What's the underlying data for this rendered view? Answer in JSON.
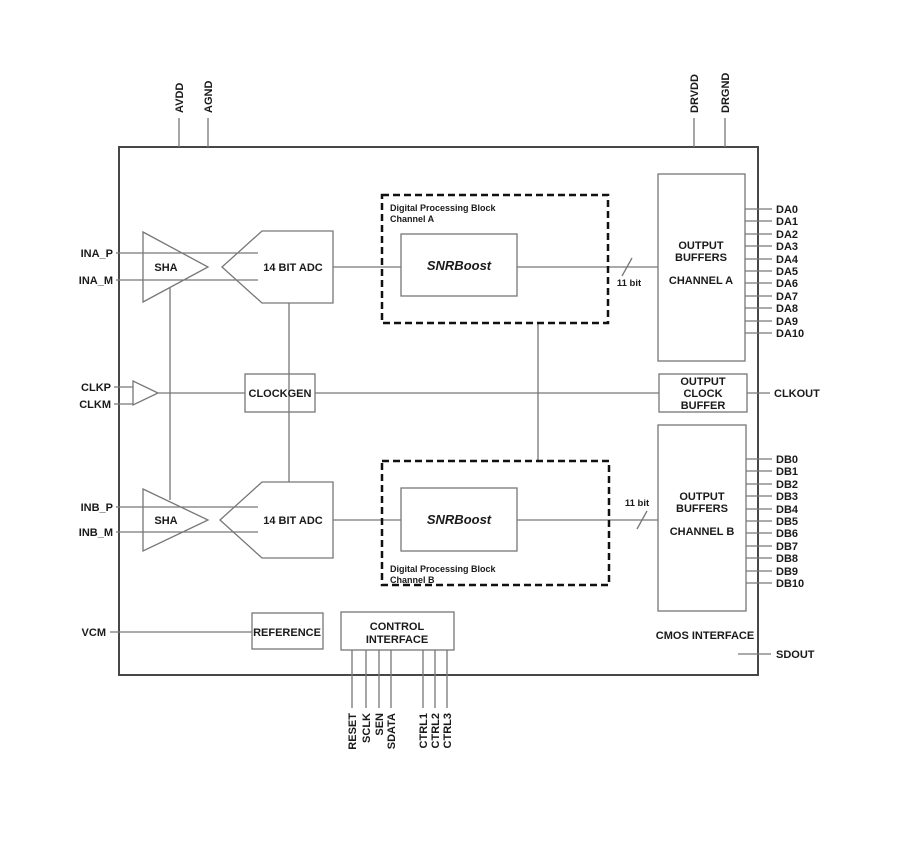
{
  "pins": {
    "top": [
      "AVDD",
      "AGND",
      "DRVDD",
      "DRGND"
    ],
    "left": [
      "INA_P",
      "INA_M",
      "CLKP",
      "CLKM",
      "INB_P",
      "INB_M",
      "VCM"
    ],
    "channel_a_outputs": [
      "DA0",
      "DA1",
      "DA2",
      "DA3",
      "DA4",
      "DA5",
      "DA6",
      "DA7",
      "DA8",
      "DA9",
      "DA10"
    ],
    "channel_b_outputs": [
      "DB0",
      "DB1",
      "DB2",
      "DB3",
      "DB4",
      "DB5",
      "DB6",
      "DB7",
      "DB8",
      "DB9",
      "DB10"
    ],
    "clkout": "CLKOUT",
    "sdout": "SDOUT",
    "bottom": [
      "RESET",
      "SCLK",
      "SEN",
      "SDATA",
      "CTRL1",
      "CTRL2",
      "CTRL3"
    ]
  },
  "blocks": {
    "sha": "SHA",
    "adc": "14 BIT ADC",
    "clockgen": "CLOCKGEN",
    "snrboost": "SNRBoost",
    "dsp_a": {
      "line1": "Digital Processing Block",
      "line2": "Channel A"
    },
    "dsp_b": {
      "line1": "Digital Processing Block",
      "line2": "Channel B"
    },
    "output_buffers_a": {
      "line1": "OUTPUT",
      "line2": "BUFFERS",
      "line3": "CHANNEL A"
    },
    "output_clock_buffer": {
      "line1": "OUTPUT",
      "line2": "CLOCK",
      "line3": "BUFFER"
    },
    "output_buffers_b": {
      "line1": "OUTPUT",
      "line2": "BUFFERS",
      "line3": "CHANNEL B"
    },
    "reference": "REFERENCE",
    "control_interface": {
      "line1": "CONTROL",
      "line2": "INTERFACE"
    },
    "cmos_interface": "CMOS INTERFACE"
  },
  "bus": {
    "label": "11 bit"
  },
  "colors": {
    "wire": "#777777",
    "border": "#474747",
    "dashed": "#111111",
    "text": "#1a1a1a"
  }
}
